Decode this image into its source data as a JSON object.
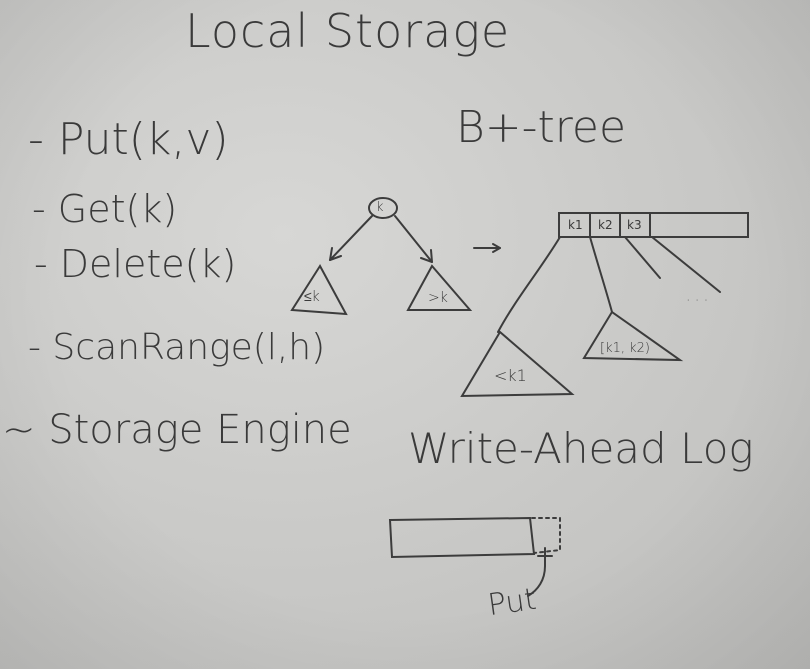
{
  "board": {
    "title": "Local Storage",
    "operations": {
      "put": "- Put(k,v)",
      "get": "- Get(k)",
      "delete": "- Delete(k)",
      "scan": "- ScanRange(l,h)"
    },
    "engine": "~ Storage Engine",
    "bplus": "B+-tree",
    "bst": {
      "root": "k",
      "left": "≤k",
      "right": ">k",
      "arrow": "→"
    },
    "node_keys": [
      "k1",
      "k2",
      "k3"
    ],
    "subtrees": {
      "left": "<k1",
      "middle": "[k1, k2)",
      "ellipsis": "· · ·"
    },
    "wal": {
      "title": "Write-Ahead Log",
      "note": "Put"
    }
  }
}
